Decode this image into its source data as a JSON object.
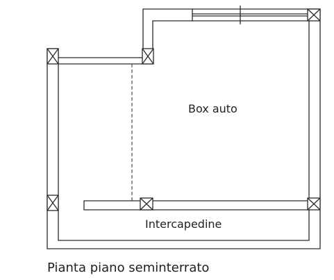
{
  "plan": {
    "caption": "Pianta piano seminterrato",
    "rooms": {
      "box_auto": "Box auto",
      "intercapedine": "Intercapedine"
    }
  }
}
